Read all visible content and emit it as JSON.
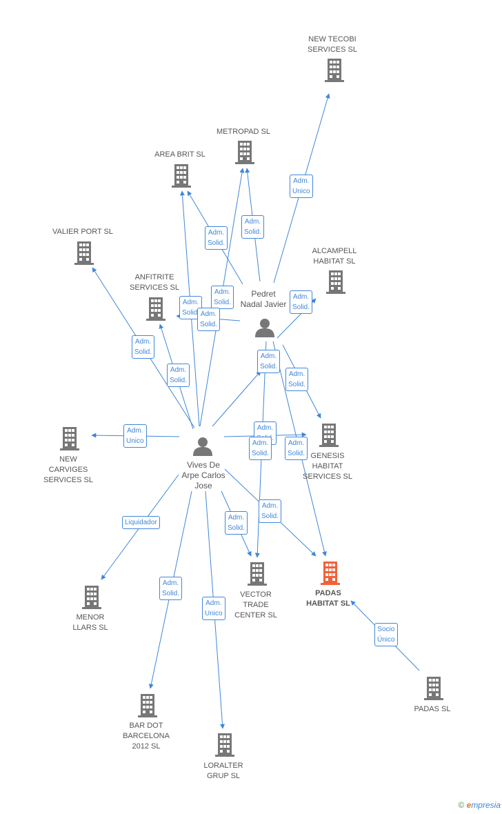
{
  "colors": {
    "edge": "#3f86d8",
    "building": "#777777",
    "building_main": "#f06238",
    "person": "#777777"
  },
  "companies": [
    {
      "id": "new-tecobi",
      "label": "NEW TECOBI\nSERVICES SL"
    },
    {
      "id": "metropad",
      "label": "METROPAD SL"
    },
    {
      "id": "area-brit",
      "label": "AREA BRIT SL"
    },
    {
      "id": "valier-port",
      "label": "VALIER PORT SL"
    },
    {
      "id": "alcampell",
      "label": "ALCAMPELL\nHABITAT SL"
    },
    {
      "id": "anfitrite",
      "label": "ANFITRITE\nSERVICES SL"
    },
    {
      "id": "new-carviges",
      "label": "NEW\nCARVIGES\nSERVICES SL"
    },
    {
      "id": "genesis",
      "label": "GENESIS\nHABITAT\nSERVICES SL"
    },
    {
      "id": "menor-llars",
      "label": "MENOR\nLLARS SL"
    },
    {
      "id": "vector",
      "label": "VECTOR\nTRADE\nCENTER SL"
    },
    {
      "id": "padas-habitat",
      "label": "PADAS\nHABITAT SL"
    },
    {
      "id": "bar-dot",
      "label": "BAR DOT\nBARCELONA\n2012 SL"
    },
    {
      "id": "loralter",
      "label": "LORALTER\nGRUP SL"
    },
    {
      "id": "padas",
      "label": "PADAS  SL"
    }
  ],
  "persons": [
    {
      "id": "pedret",
      "label": "Pedret\nNadal Javier"
    },
    {
      "id": "vives",
      "label": "Vives De\nArpe Carlos\nJose"
    }
  ],
  "edges": [
    {
      "id": "e1",
      "label": "Adm.\nUnico"
    },
    {
      "id": "e2",
      "label": "Adm.\nSolid."
    },
    {
      "id": "e3",
      "label": "Adm.\nSolid."
    },
    {
      "id": "e4",
      "label": "Adm.\nSolid."
    },
    {
      "id": "e5",
      "label": "Adm.\nSolid."
    },
    {
      "id": "e6",
      "label": "Adm.\nSolid."
    },
    {
      "id": "e7",
      "label": "Adm.\nSolid."
    },
    {
      "id": "e8",
      "label": "Adm.\nSolid."
    },
    {
      "id": "e9",
      "label": "Adm.\nSolid."
    },
    {
      "id": "e10",
      "label": "Adm.\nSolid."
    },
    {
      "id": "e11",
      "label": "Adm.\nSolid."
    },
    {
      "id": "e12",
      "label": "Adm.\nUnico"
    },
    {
      "id": "e13",
      "label": "Adm.\nSolid."
    },
    {
      "id": "e14",
      "label": "Adm.\nSolid."
    },
    {
      "id": "e15",
      "label": "Adm.\nSolid."
    },
    {
      "id": "e16",
      "label": "Liquidador"
    },
    {
      "id": "e17",
      "label": "Adm.\nSolid."
    },
    {
      "id": "e18",
      "label": "Adm.\nSolid."
    },
    {
      "id": "e19",
      "label": "Adm.\nSolid."
    },
    {
      "id": "e20",
      "label": "Adm.\nUnico"
    },
    {
      "id": "e21",
      "label": "Socio\nÚnico"
    }
  ],
  "footer": {
    "copyright": "©",
    "brand_e": "e",
    "brand_rest": "mpresia"
  }
}
